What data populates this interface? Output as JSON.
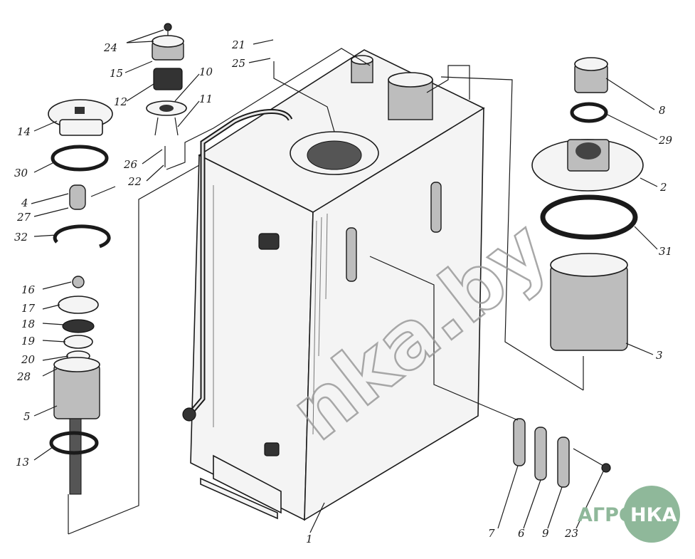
{
  "watermark": "nka.by",
  "logo": {
    "left": "АГРО",
    "right": "НКА",
    "green": "#8fb89a"
  },
  "parts": {
    "p1": "1",
    "p2": "2",
    "p3": "3",
    "p4": "4",
    "p5": "5",
    "p6": "6",
    "p7": "7",
    "p8": "8",
    "p9": "9",
    "p10": "10",
    "p11": "11",
    "p12": "12",
    "p13": "13",
    "p14": "14",
    "p15": "15",
    "p16": "16",
    "p17": "17",
    "p18": "18",
    "p19": "19",
    "p20": "20",
    "p21": "21",
    "p22": "22",
    "p23": "23",
    "p24": "24",
    "p25": "25",
    "p26": "26",
    "p27": "27",
    "p28": "28",
    "p29": "29",
    "p30": "30",
    "p31": "31",
    "p32": "32"
  }
}
